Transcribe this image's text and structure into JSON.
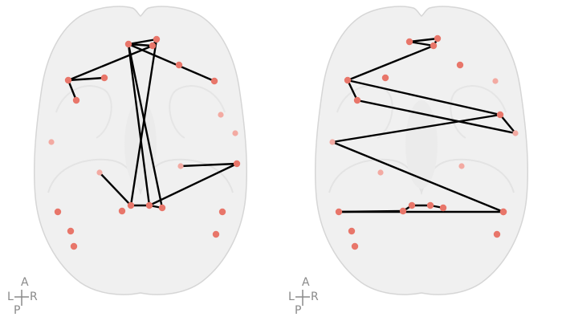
{
  "orientation": {
    "anterior": "A",
    "posterior": "P",
    "left": "L",
    "right": "R"
  },
  "colors": {
    "node": "#e8766a",
    "node_faint": "#f3aaa2",
    "edge": "#000000",
    "brain_fill": "#f0f0f0",
    "brain_stroke": "#d6d6d6"
  },
  "panels": [
    {
      "name": "panel-left",
      "edges": [
        [
          0,
          1
        ],
        [
          0,
          2
        ],
        [
          1,
          2
        ],
        [
          0,
          8
        ],
        [
          1,
          16
        ],
        [
          2,
          4
        ],
        [
          3,
          4
        ],
        [
          4,
          5
        ],
        [
          0,
          17
        ],
        [
          0,
          18
        ],
        [
          11,
          12
        ],
        [
          11,
          17
        ],
        [
          17,
          18
        ],
        [
          13,
          16
        ],
        [
          16,
          17
        ]
      ]
    },
    {
      "name": "panel-right",
      "edges": [
        [
          0,
          1
        ],
        [
          0,
          2
        ],
        [
          1,
          2
        ],
        [
          2,
          4
        ],
        [
          4,
          5
        ],
        [
          5,
          9
        ],
        [
          8,
          9
        ],
        [
          8,
          10
        ],
        [
          4,
          8
        ],
        [
          10,
          11
        ],
        [
          11,
          14
        ],
        [
          14,
          15
        ],
        [
          15,
          16
        ],
        [
          16,
          17
        ],
        [
          17,
          18
        ]
      ]
    }
  ]
}
